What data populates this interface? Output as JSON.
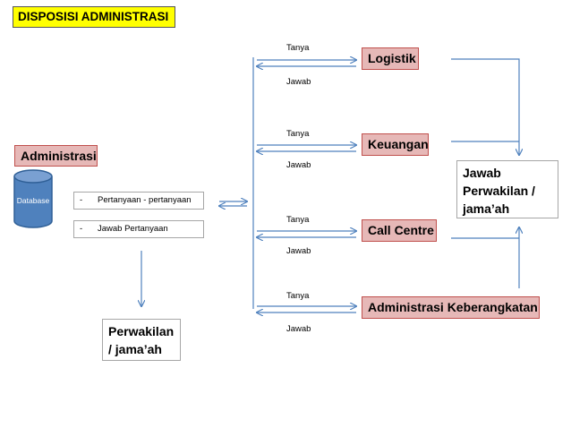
{
  "title": "DISPOSISI ADMINISTRASI",
  "administrasi": "Administrasi",
  "database": "Database",
  "list": [
    {
      "dash": "-",
      "text": "Pertanyaan - pertanyaan"
    },
    {
      "dash": "-",
      "text": "Jawab Pertanyaan"
    }
  ],
  "perwakilan_bottom": [
    "Perwakilan",
    "/ jama’ah"
  ],
  "jawab_perwakilan": [
    "Jawab",
    "Perwakilan /",
    "jama’ah"
  ],
  "departments": [
    {
      "name": "Logistik",
      "ask": "Tanya",
      "answer": "Jawab"
    },
    {
      "name": "Keuangan",
      "ask": "Tanya",
      "answer": "Jawab"
    },
    {
      "name": "Call Centre",
      "ask": "Tanya",
      "answer": "Jawab"
    },
    {
      "name": "Administrasi Keberangkatan",
      "ask": "Tanya",
      "answer": "Jawab"
    }
  ],
  "colors": {
    "title_bg": "#ffff00",
    "dept_bg": "#e6b8b7",
    "dept_border": "#c0504d",
    "arrow": "#4f81bd",
    "cylinder": "#4f81bd"
  }
}
